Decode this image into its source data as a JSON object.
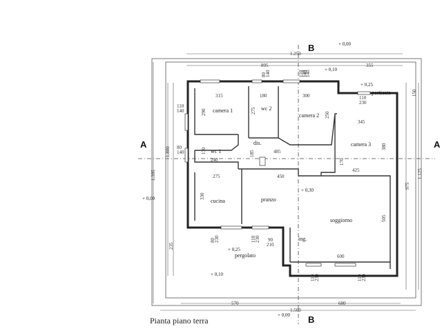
{
  "caption": "Pianta piano terra",
  "sections": {
    "a": "A",
    "b": "B"
  },
  "rooms": {
    "camera1": "camera 1",
    "wc2": "wc 2",
    "camera2": "camera 2",
    "camera3": "camera 3",
    "porticato": "porticato",
    "wc1": "wc 1",
    "dis": "dis.",
    "cucina": "cucina",
    "pranzo": "pranzo",
    "soggiorno": "soggiorno",
    "pergolato": "pergolato",
    "ing": "ing."
  },
  "levels": {
    "top": "+ 0,00",
    "top2": "+ 0,10",
    "porch": "+ 0,25",
    "living": "+ 0,30",
    "left": "+ 0,00",
    "perg": "+ 0,25",
    "perg2": "+ 0,10",
    "bottom": "+ 0,00"
  },
  "dims": {
    "top_total": "1.250",
    "top_895": "895",
    "top_355": "355",
    "bottom_total": "1.500",
    "bottom_570": "570",
    "bottom_680": "680",
    "left_1395": "1.395",
    "left_1800": "1.800",
    "left_235": "235",
    "right_1125": "1.125",
    "right_975": "975",
    "right_150": "150",
    "c1_315": "315",
    "c1_290": "290",
    "wc2_180": "180",
    "wc2_275": "275",
    "c2_300": "300",
    "c2_250": "250",
    "c3_345": "345",
    "c3_380": "380",
    "c3_170": "170",
    "c3_425": "425",
    "wc1_170": "170",
    "wc1_240": "240",
    "dis_485": "485",
    "dis_185": "185",
    "cu_275": "275",
    "pr_450": "450",
    "cu_330": "330",
    "so_505": "505",
    "so_600": "600",
    "w_80a": "80",
    "w_140a": "140",
    "w_110a": "110",
    "w_140b": "140",
    "w_110b": "110",
    "w_140c": "140",
    "w_110c": "110",
    "w_230a": "230",
    "w_80b": "80",
    "w_140d": "140",
    "w_80c": "80",
    "w_230b": "230",
    "w_110d": "110",
    "w_230c": "230",
    "w_90": "90",
    "w_210": "210",
    "w_110e": "110",
    "w_230d": "230",
    "w_110f": "110",
    "w_230e": "230",
    "w_110g": "110",
    "w_140e": "140"
  }
}
